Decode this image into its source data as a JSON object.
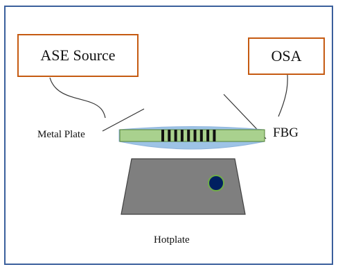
{
  "labels": {
    "ase_source": "ASE Source",
    "osa": "OSA",
    "metal_plate": "Metal Plate",
    "fbg": "FBG",
    "hotplate": "Hotplate"
  },
  "grating": {
    "line_count": 9
  },
  "colors": {
    "frame_border": "#3a5f9c",
    "box_border": "#c55a11",
    "plate_fill": "#9dc3e6",
    "plate_stroke": "#8fb4dc",
    "fiber_fill": "#a9d18e",
    "fiber_stroke": "#548235",
    "grating_lines": "#111111",
    "hotplate_fill": "#7f7f7f",
    "knob_fill": "#002060",
    "knob_stroke": "#70ad47",
    "lead_lines": "#333333"
  }
}
